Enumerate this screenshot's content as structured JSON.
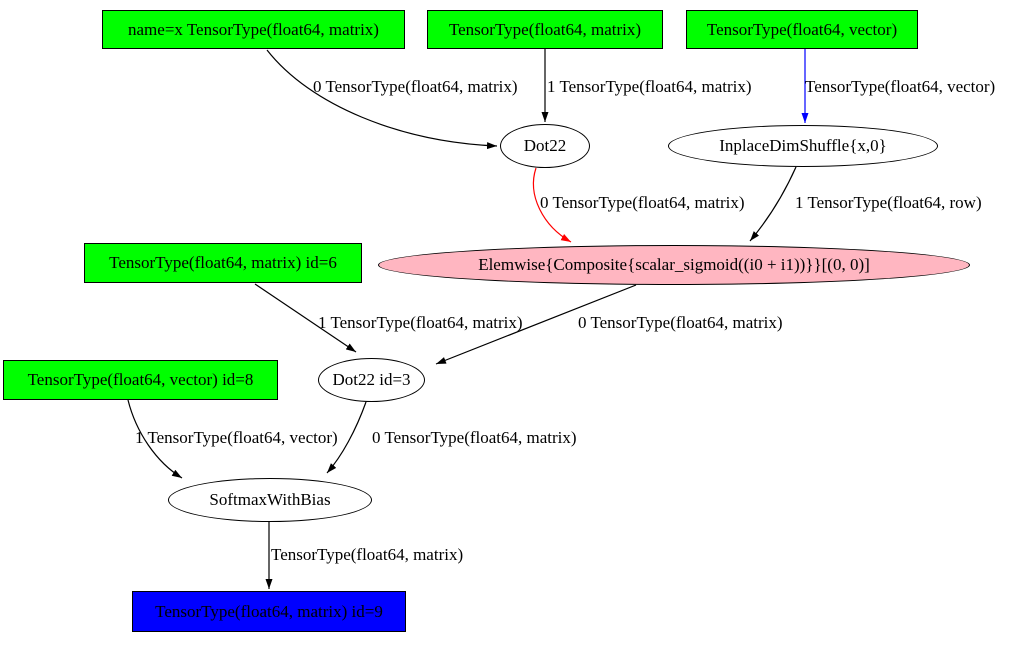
{
  "diagram": {
    "kind": "theano-computation-graph",
    "colors": {
      "input_fill": "#00ff00",
      "output_fill": "#0000ff",
      "inplace_fill": "#ffb6c1",
      "apply_fill": "#ffffff",
      "edge_default": "#000000",
      "edge_highlight_red": "#ff0000",
      "edge_highlight_blue": "#0000ff"
    },
    "nodes": {
      "input_x": {
        "label": "name=x TensorType(float64, matrix)",
        "shape": "box",
        "fill": "#00ff00"
      },
      "input_w": {
        "label": "TensorType(float64, matrix)",
        "shape": "box",
        "fill": "#00ff00"
      },
      "input_v": {
        "label": "TensorType(float64, vector)",
        "shape": "box",
        "fill": "#00ff00"
      },
      "dot22": {
        "label": "Dot22",
        "shape": "ellipse",
        "fill": "#ffffff"
      },
      "dimshuffle": {
        "label": "InplaceDimShuffle{x,0}",
        "shape": "ellipse",
        "fill": "#ffffff"
      },
      "elemwise": {
        "label": "Elemwise{Composite{scalar_sigmoid((i0 + i1))}}[(0, 0)]",
        "shape": "ellipse",
        "fill": "#ffb6c1"
      },
      "input_id6": {
        "label": "TensorType(float64, matrix) id=6",
        "shape": "box",
        "fill": "#00ff00"
      },
      "dot22_id3": {
        "label": "Dot22 id=3",
        "shape": "ellipse",
        "fill": "#ffffff"
      },
      "input_id8": {
        "label": "TensorType(float64, vector) id=8",
        "shape": "box",
        "fill": "#00ff00"
      },
      "softmax": {
        "label": "SoftmaxWithBias",
        "shape": "ellipse",
        "fill": "#ffffff"
      },
      "output_id9": {
        "label": "TensorType(float64, matrix) id=9",
        "shape": "box",
        "fill": "#0000ff"
      }
    },
    "edge_labels": {
      "e1": "0 TensorType(float64, matrix)",
      "e2": "1 TensorType(float64, matrix)",
      "e3": "TensorType(float64, vector)",
      "e4": "0 TensorType(float64, matrix)",
      "e5": "1 TensorType(float64, row)",
      "e6": "1 TensorType(float64, matrix)",
      "e7": "0 TensorType(float64, matrix)",
      "e8": "1 TensorType(float64, vector)",
      "e9": "0 TensorType(float64, matrix)",
      "e10": "TensorType(float64, matrix)"
    }
  }
}
